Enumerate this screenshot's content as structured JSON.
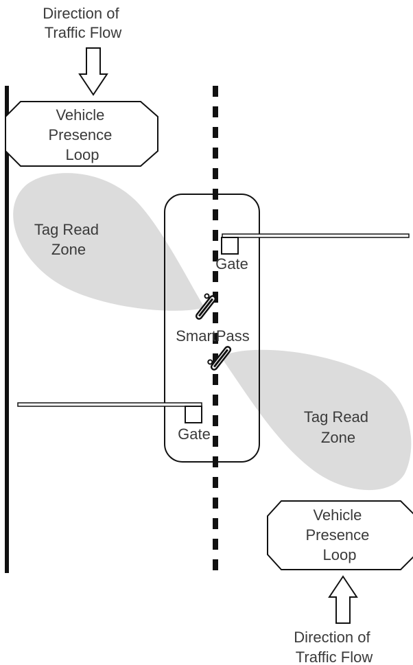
{
  "labels": {
    "direction_top": [
      "Direction of",
      "Traffic Flow"
    ],
    "loop_top": [
      "Vehicle",
      "Presence",
      "Loop"
    ],
    "zone_left": [
      "Tag Read",
      "Zone"
    ],
    "gate_upper": "Gate",
    "device": "SmartPass",
    "gate_lower": "Gate",
    "zone_right": [
      "Tag Read",
      "Zone"
    ],
    "loop_bottom": [
      "Vehicle",
      "Presence",
      "Loop"
    ],
    "direction_bottom": [
      "Direction of",
      "Traffic Flow"
    ]
  },
  "colors": {
    "line": "#111111",
    "zone_fill": "#dcdcdc",
    "text": "#3a3a3a"
  }
}
